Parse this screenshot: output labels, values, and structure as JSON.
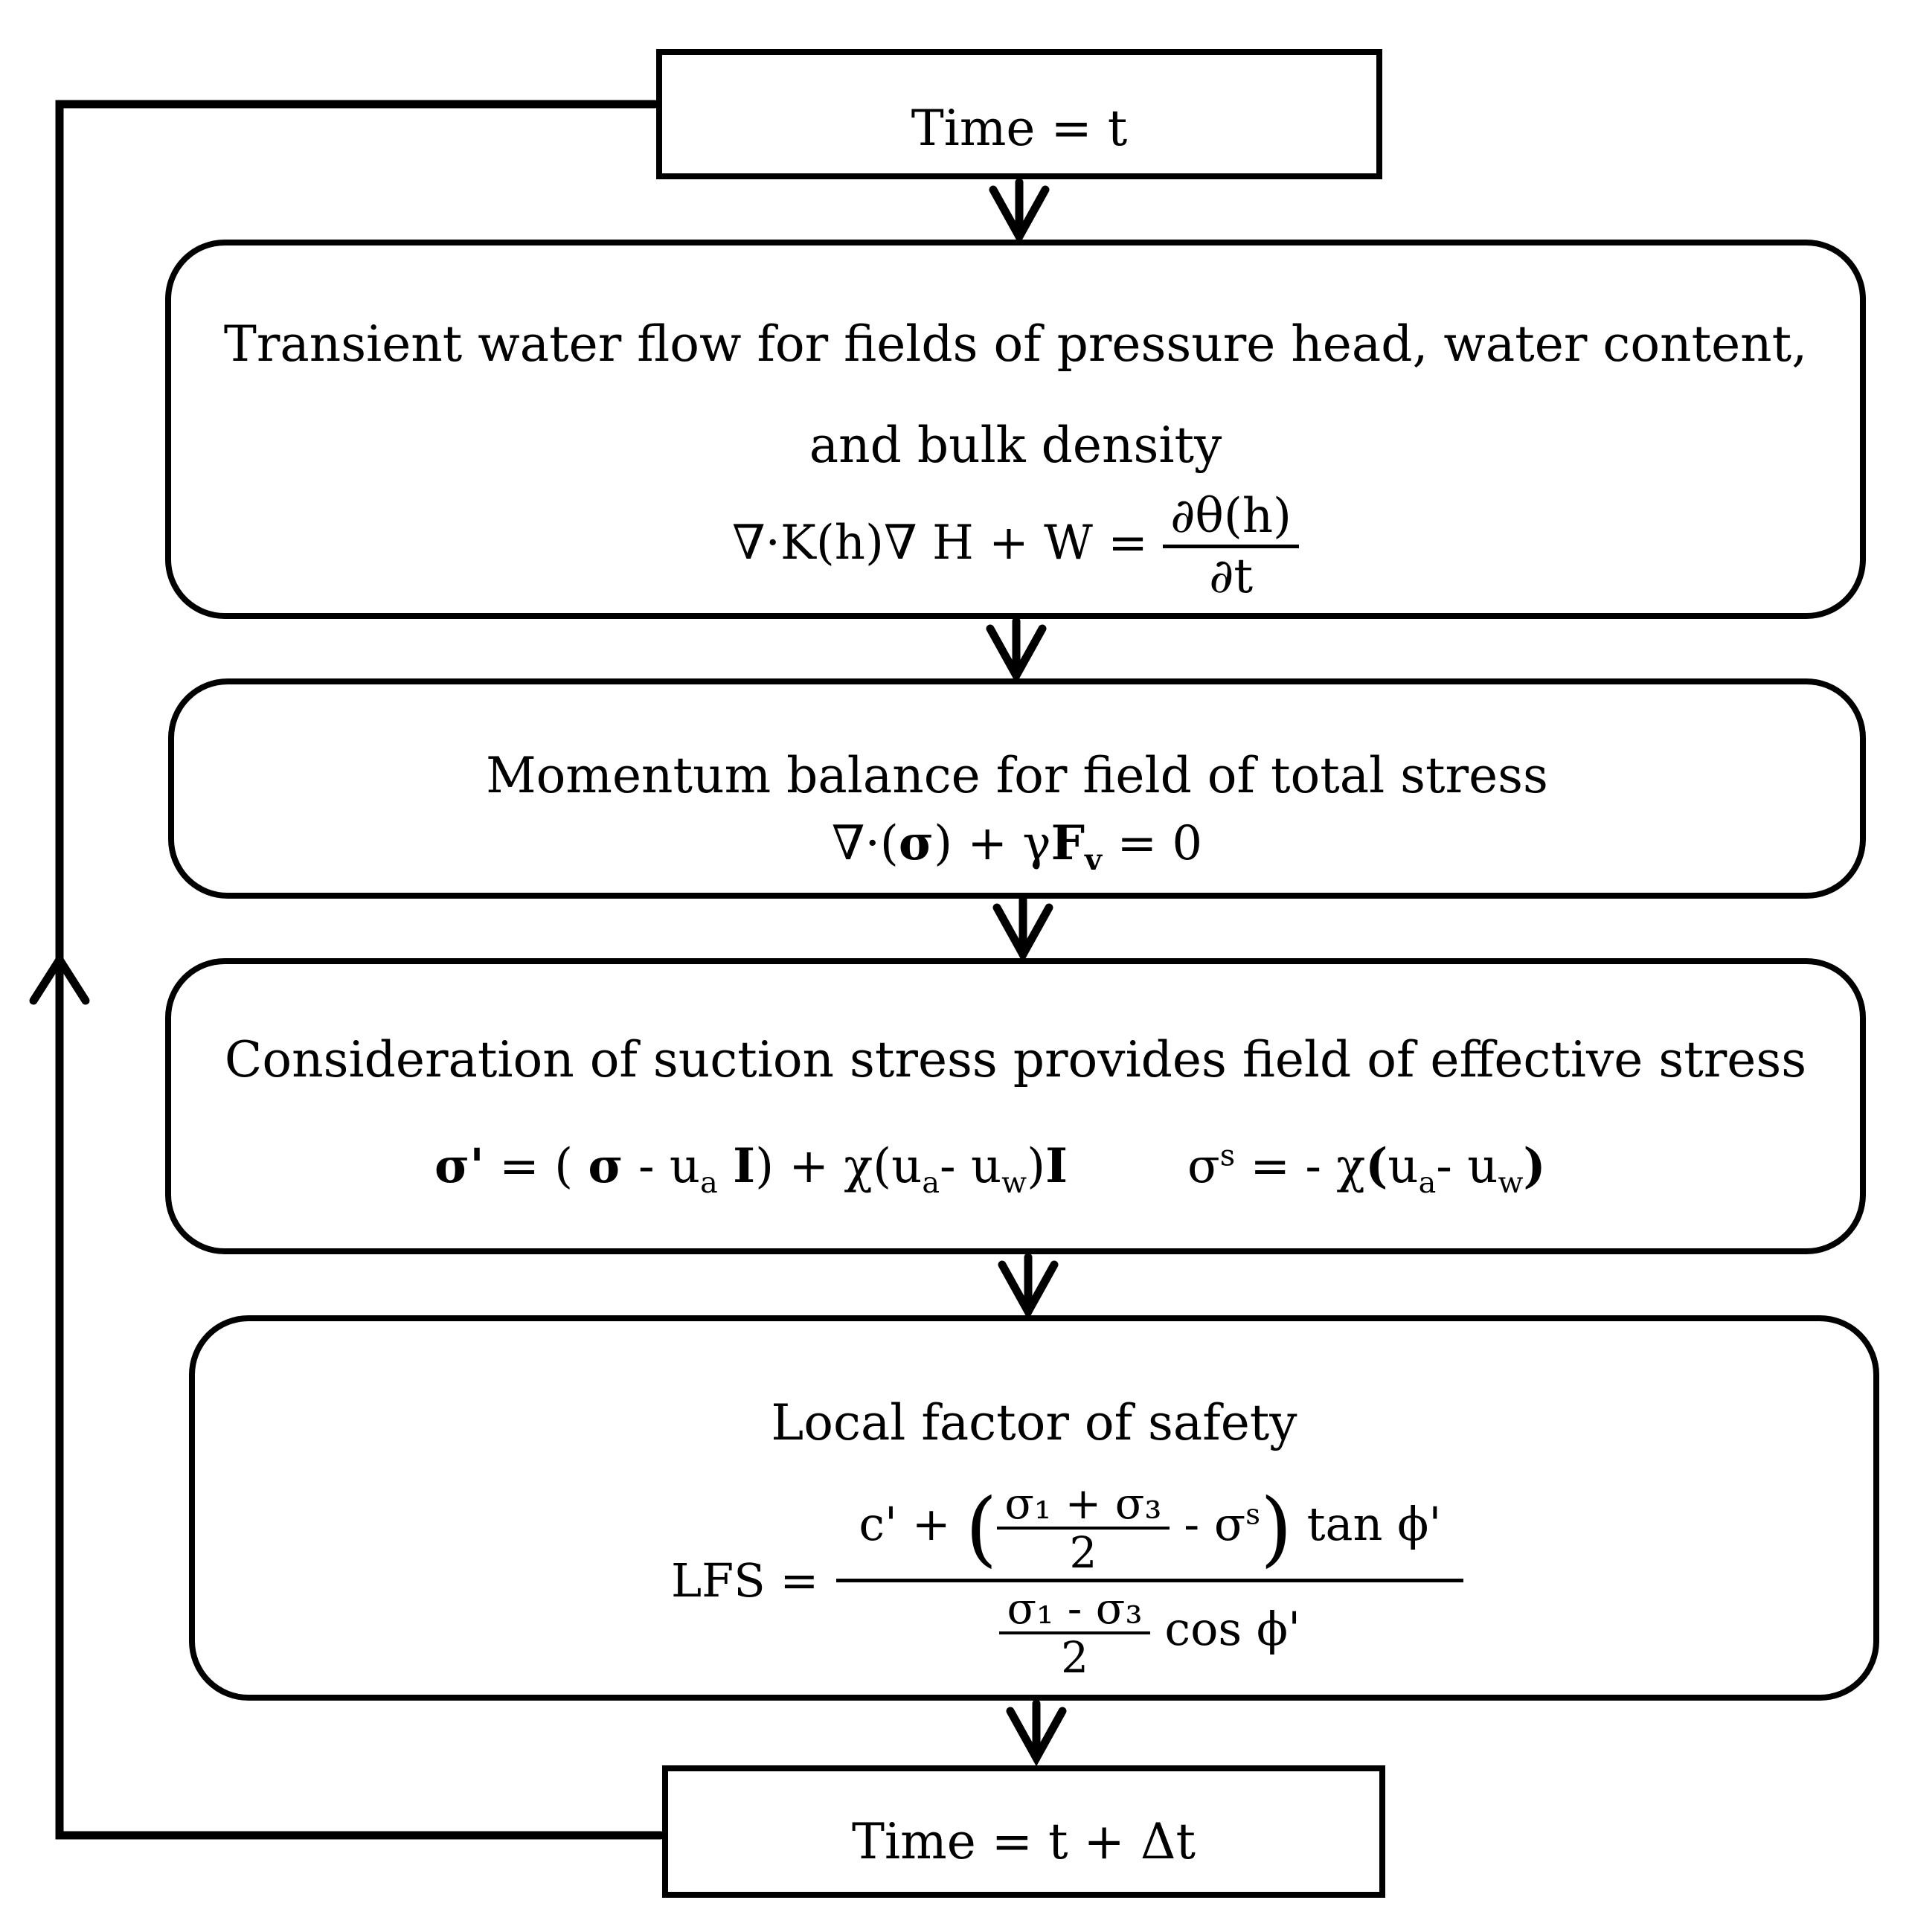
{
  "time_start": {
    "label": "Time = t"
  },
  "transient": {
    "line1": "Transient water flow for fields of pressure head, water content,",
    "line2": "and bulk density",
    "eq_lhs": "∇·K(h)∇ H + W =",
    "eq_num": "∂θ(h)",
    "eq_den": "∂t"
  },
  "momentum": {
    "title": "Momentum balance for field of total stress",
    "eq_a": "∇·(",
    "eq_sigma": "σ",
    "eq_b": ") + γ",
    "eq_F": "F",
    "eq_v": "v",
    "eq_c": " = 0"
  },
  "suction": {
    "title": "Consideration of suction stress provides field of effective stress",
    "eq1_sigma_prime": "σ'",
    "eq1_a": " = ( ",
    "eq1_sigma": "σ",
    "eq1_b": " - u",
    "eq1_sub_a": "a",
    "eq1_I1": "I",
    "eq1_c": ") + χ(u",
    "eq1_sub_a2": "a",
    "eq1_d": "- u",
    "eq1_sub_w": "w",
    "eq1_e": ")",
    "eq1_I2": "I",
    "eq2_a": "σ",
    "eq2_sup": "s",
    "eq2_b": " = - χ",
    "eq2_open": "(",
    "eq2_c": "u",
    "eq2_sub_a": "a",
    "eq2_d": "- u",
    "eq2_sub_w": "w",
    "eq2_close": ")"
  },
  "lfs": {
    "title": "Local factor of safety",
    "lhs": "LFS =",
    "num_c": "c' + ",
    "num_open": "(",
    "inner_num": "σ₁ + σ₃",
    "inner_den": "2",
    "num_minus": " - σ",
    "num_sup": "s",
    "num_close": ")",
    "num_tan": " tan ϕ'",
    "den_num": "σ₁ - σ₃",
    "den_den": "2",
    "den_cos": " cos ϕ'"
  },
  "time_end": {
    "label": "Time = t + Δt"
  }
}
